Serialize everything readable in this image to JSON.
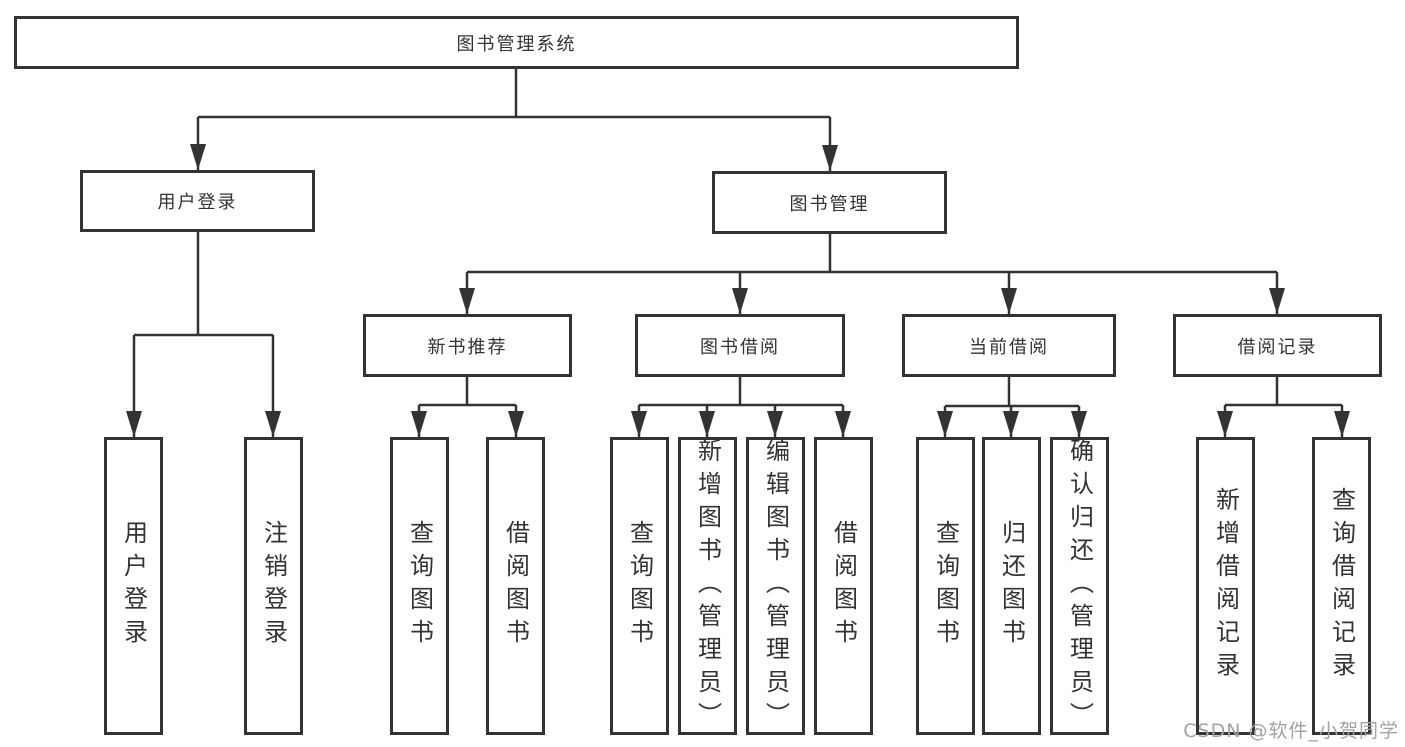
{
  "watermark": "CSDN @软件_小贺同学",
  "colors": {
    "line": "#333333",
    "box_border": "#333333",
    "box_fill": "#ffffff",
    "text": "#333333",
    "background": "#ffffff",
    "watermark": "#a2a2a2"
  },
  "tree": {
    "label": "图书管理系统",
    "children": [
      {
        "label": "用户登录",
        "children": [
          {
            "label": "用户登录"
          },
          {
            "label": "注销登录"
          }
        ]
      },
      {
        "label": "图书管理",
        "children": [
          {
            "label": "新书推荐",
            "children": [
              {
                "label": "查询图书"
              },
              {
                "label": "借阅图书"
              }
            ]
          },
          {
            "label": "图书借阅",
            "children": [
              {
                "label": "查询图书"
              },
              {
                "label": "新增图书（管理员）"
              },
              {
                "label": "编辑图书（管理员）"
              },
              {
                "label": "借阅图书"
              }
            ]
          },
          {
            "label": "当前借阅",
            "children": [
              {
                "label": "查询图书"
              },
              {
                "label": "归还图书"
              },
              {
                "label": "确认归还（管理员）"
              }
            ]
          },
          {
            "label": "借阅记录",
            "children": [
              {
                "label": "新增借阅记录"
              },
              {
                "label": "查询借阅记录"
              }
            ]
          }
        ]
      }
    ]
  }
}
